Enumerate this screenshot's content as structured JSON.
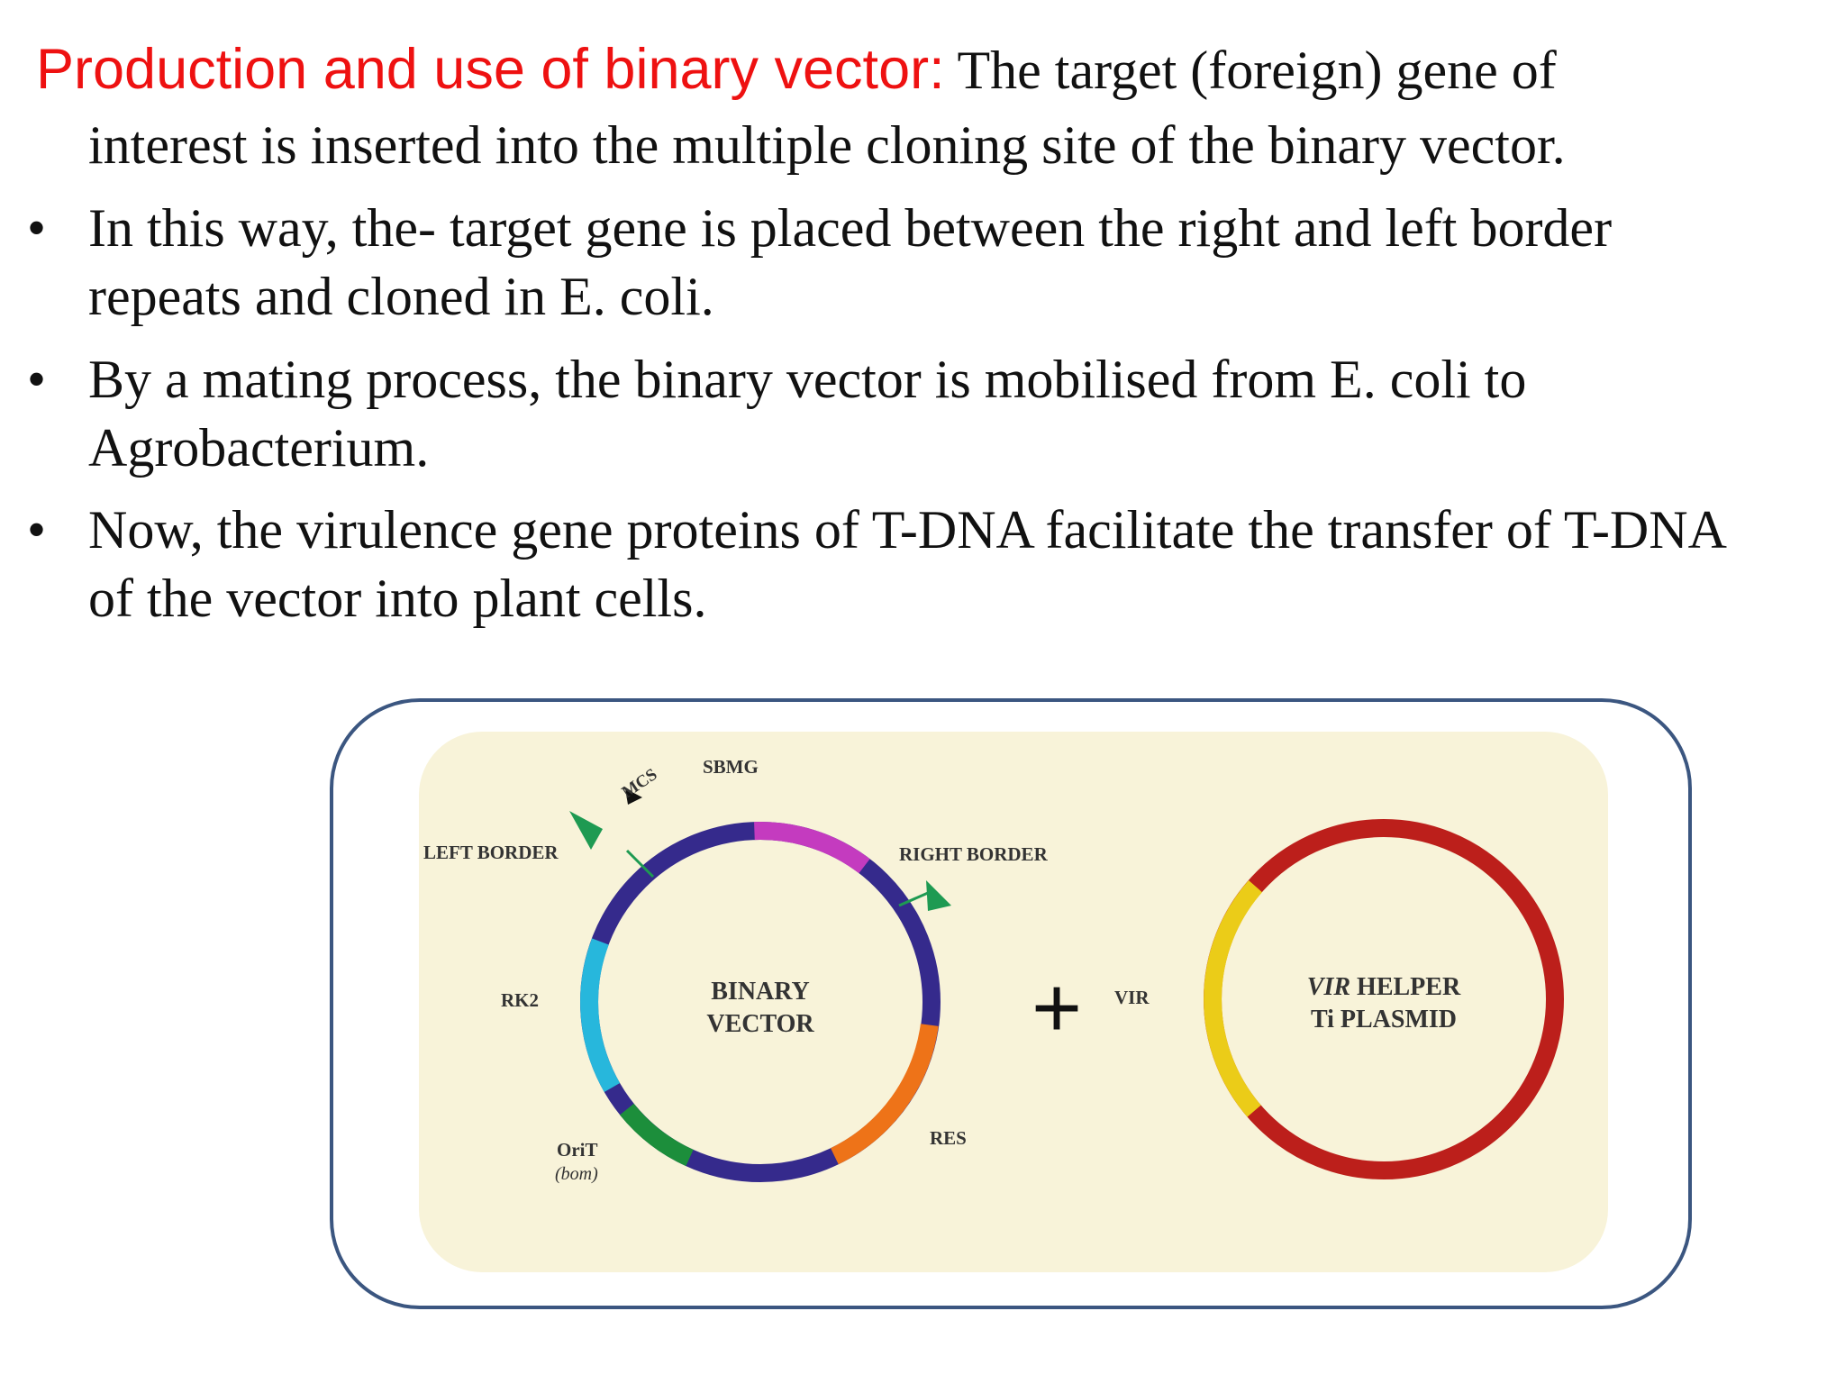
{
  "slide": {
    "heading": "Production and use of binary vector",
    "heading_colon": ":",
    "intro_line1": " The target (foreign) gene of",
    "intro_line2": "interest is inserted into the multiple cloning site of the binary vector.",
    "bullet_char": "•",
    "bullets": [
      {
        "line1": "In this way, the- target gene is placed between the right and left border",
        "line2": "repeats and cloned in E. coli."
      },
      {
        "line1": "By a mating process, the binary vector is mobilised from E. coli to",
        "line2": "Agrobacterium."
      },
      {
        "line1": "Now, the virulence gene proteins of T-DNA facilitate the transfer of T-DNA",
        "line2": "of the vector into plant cells."
      }
    ]
  },
  "diagram": {
    "binary_vector": {
      "center_line1": "BINARY",
      "center_line2": "VECTOR",
      "labels": {
        "mcs": "MCS",
        "sbmg": "SBMG",
        "left_border": "LEFT BORDER",
        "right_border": "RIGHT BORDER",
        "rk2": "RK2",
        "orit": "OriT",
        "bom": "(bom)",
        "res": "RES"
      }
    },
    "plus": "+",
    "helper": {
      "vir_label": "VIR",
      "center_line1_italic": "VIR",
      "center_line1_rest": " HELPER",
      "center_line2": "Ti PLASMID"
    },
    "colors": {
      "frame_border": "#3b5680",
      "panel_bg": "#f8f3d9",
      "backbone": "#352a8c",
      "sbmg_segment": "#c43bbf",
      "rk2_segment": "#27b7dc",
      "orit_segment": "#1c8e3b",
      "res_segment": "#ee7318",
      "border_flags": "#1e9a52",
      "helper_plasmid": "#bc1f1b",
      "vir_segment": "#ebcc18",
      "heading_red": "#ee1111"
    }
  }
}
